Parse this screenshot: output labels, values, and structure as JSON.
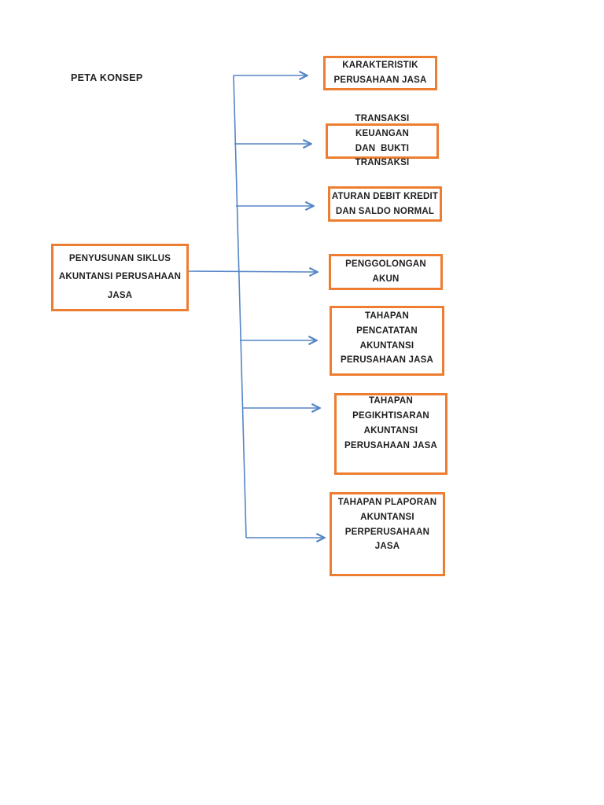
{
  "page": {
    "title": "PETA KONSEP"
  },
  "colors": {
    "box_border": "#ED7D31",
    "connector_blue": "#5585C6",
    "text": "#1f1f1f",
    "background": "#ffffff"
  },
  "diagram": {
    "root": {
      "label": "PENYUSUNAN SIKLUS\nAKUNTANSI PERUSAHAAN\nJASA"
    },
    "branches": [
      {
        "label": "KARAKTERISTIK\nPERUSAHAAN JASA"
      },
      {
        "label": "TRANSAKSI KEUANGAN\nDAN  BUKTI TRANSAKSI"
      },
      {
        "label": "ATURAN DEBIT KREDIT\nDAN SALDO NORMAL"
      },
      {
        "label": "PENGGOLONGAN\nAKUN"
      },
      {
        "label": "TAHAPAN\nPENCATATAN\nAKUNTANSI\nPERUSAHAAN JASA"
      },
      {
        "label": "TAHAPAN\nPEGIKHTISARAN\nAKUNTANSI\nPERUSAHAAN JASA"
      },
      {
        "label": "TAHAPAN PLAPORAN\nAKUNTANSI\nPERPERUSAHAAN\nJASA"
      }
    ]
  }
}
